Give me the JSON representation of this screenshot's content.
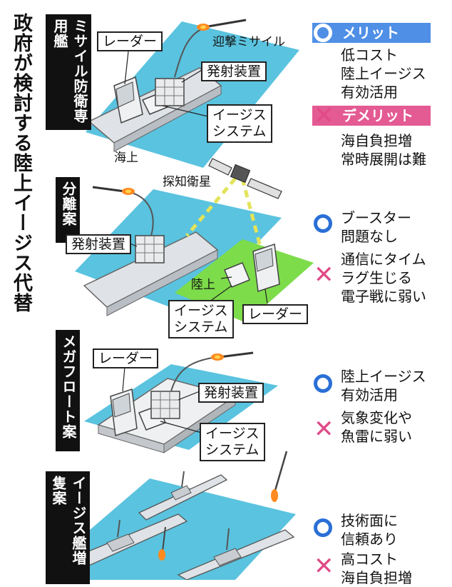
{
  "title": "政府が検討する陸上イージス代替案",
  "options": [
    {
      "name": "ミサイル防衛専用艦",
      "labels": {
        "radar": "レーダー",
        "launcher": "発射装置",
        "aegis": "イージス\nシステム",
        "sea": "海上",
        "missile": "迎撃ミサイル"
      },
      "merit_header": "メリット",
      "merits": "低コスト\n陸上イージス\n有効活用",
      "demerit_header": "デメリット",
      "demerits": "海自負担増\n常時展開は難"
    },
    {
      "name": "分離案",
      "labels": {
        "satellite": "探知衛星",
        "launcher": "発射装置",
        "land": "陸上",
        "aegis": "イージス\nシステム",
        "radar": "レーダー"
      },
      "merits": "ブースター\n問題なし",
      "demerits": "通信にタイム\nラグ生じる\n電子戦に弱い"
    },
    {
      "name": "メガフロート案",
      "labels": {
        "radar": "レーダー",
        "launcher": "発射装置",
        "aegis": "イージス\nシステム"
      },
      "merits": "陸上イージス\n有効活用",
      "demerits": "気象変化や\n魚雷に弱い"
    },
    {
      "name": "イージス艦増隻案",
      "merits": "技術面に\n信頼あり",
      "demerits": "高コスト\n海自負担増"
    }
  ],
  "colors": {
    "merit": "#4f8fe6",
    "demerit": "#e45a93",
    "sea": "#5ac3df",
    "land": "#7ddc4a",
    "satellite_beam": "#e3e35a"
  }
}
